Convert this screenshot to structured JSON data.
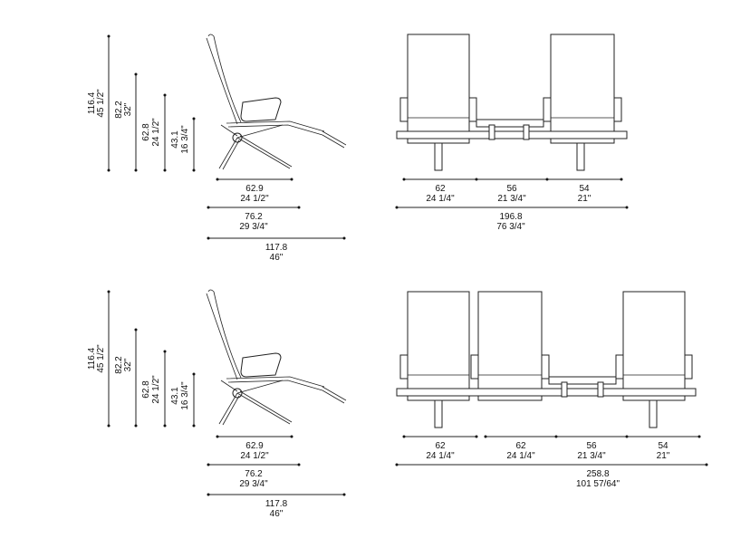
{
  "sheet": {
    "configs": [
      {
        "id": "two-seat",
        "heights": [
          {
            "cm": "116.4",
            "in": "45 1/2\""
          },
          {
            "cm": "82.2",
            "in": "32\""
          },
          {
            "cm": "62.8",
            "in": "24 1/2\""
          },
          {
            "cm": "43.1",
            "in": "16 3/4\""
          }
        ],
        "depths": [
          {
            "cm": "62.9",
            "in": "24 1/2\""
          },
          {
            "cm": "76.2",
            "in": "29 3/4\""
          },
          {
            "cm": "117.8",
            "in": "46\""
          }
        ],
        "widths": [
          {
            "cm": "62",
            "in": "24 1/4\""
          },
          {
            "cm": "56",
            "in": "21 3/4\""
          },
          {
            "cm": "54",
            "in": "21\""
          }
        ],
        "overall": {
          "cm": "196.8",
          "in": "76 3/4\""
        }
      },
      {
        "id": "three-seat",
        "heights": [
          {
            "cm": "116.4",
            "in": "45 1/2\""
          },
          {
            "cm": "82.2",
            "in": "32\""
          },
          {
            "cm": "62.8",
            "in": "24 1/2\""
          },
          {
            "cm": "43.1",
            "in": "16 3/4\""
          }
        ],
        "depths": [
          {
            "cm": "62.9",
            "in": "24 1/2\""
          },
          {
            "cm": "76.2",
            "in": "29 3/4\""
          },
          {
            "cm": "117.8",
            "in": "46\""
          }
        ],
        "widths": [
          {
            "cm": "62",
            "in": "24 1/4\""
          },
          {
            "cm": "62",
            "in": "24 1/4\""
          },
          {
            "cm": "56",
            "in": "21 3/4\""
          },
          {
            "cm": "54",
            "in": "21\""
          }
        ],
        "overall": {
          "cm": "258.8",
          "in": "101 57/64\""
        }
      }
    ]
  }
}
